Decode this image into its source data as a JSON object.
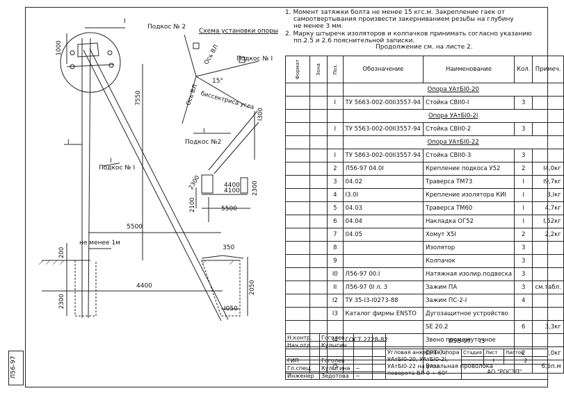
{
  "notes": {
    "n1_num": "1.",
    "n1_lines": [
      "Момент затяжки болта не менее 15 кгс.м. Закрепление гаек от",
      "самоотвертывания произвести закерниванием резьбы на глубину",
      "не менее 3 мм."
    ],
    "n2_num": "2.",
    "n2_lines": [
      "Марку штыречк изоляторов и колпачков принимать согласно указанию",
      "пп.2.5 и 2.6 пояснительной записки."
    ],
    "continuation": "Продолжение см. на листе 2."
  },
  "drawing": {
    "podkos2": "Подкос № 2",
    "scheme_title": "Схема установки опоры",
    "os_vl_1": "Ось ВЛ",
    "os_vl_2": "Ось ВЛ",
    "podkos1_top": "Подкос № I",
    "angle": "15°",
    "bisector": "биссектриса угла",
    "view_I_top": "I",
    "view_I_mid": "I",
    "podkos_n2": "Подкос №2",
    "podkos_n1": "Подкос № I",
    "view_I_left": "I",
    "roman_I_pole": "I",
    "dim_1000": "1000",
    "dim_7550": "7550",
    "dim_5500": "5500",
    "dim_nemenee": "не менее 1м",
    "dim_200": "200",
    "dim_4400": "4400",
    "dim_2300": "2300",
    "dim_350": "350",
    "dim_2050": "2050",
    "dim_1050": "I050",
    "dim_2100": "2100",
    "dim_1300": "I300",
    "d_2300a": "2300",
    "d_4400": "4400",
    "d_4100": "4100",
    "d_2300b": "2300",
    "d_5500b": "5500"
  },
  "table": {
    "headers": {
      "format": "Формат",
      "zone": "Зона",
      "pos": "Поз.",
      "designation": "Обозначение",
      "name": "Наименование",
      "qty": "Кол.",
      "note": "Примеч."
    },
    "rows": [
      {
        "type": "section",
        "name": "Опора УАтБI0-20"
      },
      {
        "pos": "I",
        "designation": "ТУ 5663-002-00II3557-94",
        "name": "Стойка СВII0-I",
        "qty": "3",
        "note": ""
      },
      {
        "type": "section",
        "name": "Опора УАтБI0-2I"
      },
      {
        "pos": "I",
        "designation": "ТУ 5563-002-00II3557-94",
        "name": "Стойка СВII0-2",
        "qty": "3",
        "note": ""
      },
      {
        "type": "section",
        "name": "Опора УАтБI0-22"
      },
      {
        "pos": "I",
        "designation": "ТУ 5863-002-00II3557-94",
        "name": "Стойка СВII0-3",
        "qty": "3",
        "note": ""
      },
      {
        "pos": "2",
        "designation": "Л56-97   04.0I",
        "name": "Крепление подкоса У52",
        "qty": "2",
        "note": "I4,0кг"
      },
      {
        "pos": "3",
        "designation": "04.02",
        "name": "Траверса ТМ73",
        "qty": "I",
        "note": "I9,7кг"
      },
      {
        "pos": "4",
        "designation": "I3.0I",
        "name": "Крепление изолятора КИI",
        "qty": "I",
        "note": "3,Iкг"
      },
      {
        "pos": "5",
        "designation": "04.03",
        "name": "Траверса ТМ60",
        "qty": "I",
        "note": "4,7кг"
      },
      {
        "pos": "6",
        "designation": "04.04",
        "name": "Накладка ОГ52",
        "qty": "I",
        "note": "I,52кг"
      },
      {
        "pos": "7",
        "designation": "04.05",
        "name": "Хомут  Х5I",
        "qty": "2",
        "note": "2,2кг"
      },
      {
        "pos": "8",
        "designation": "",
        "name": "Изолятор",
        "qty": "3",
        "note": ""
      },
      {
        "pos": "9",
        "designation": "",
        "name": "Колпачок",
        "qty": "3",
        "note": ""
      },
      {
        "pos": "I0",
        "designation": "Л56-97    00.I",
        "name": "Натяжная изолир.подвеска",
        "qty": "3",
        "note": ""
      },
      {
        "pos": "II",
        "designation": "Л56-97 0I л. 3",
        "name": "Зажим ПА",
        "qty": "3",
        "note": "см.табл."
      },
      {
        "pos": "I2",
        "designation": "ТУ 35-I3-I0273-88",
        "name": "Зажим ПС-2-I",
        "qty": "4",
        "note": ""
      },
      {
        "pos": "I3",
        "designation": "Каталог фирмы ENSTO",
        "name": "Дугозащитное устройство",
        "qty": "",
        "note": ""
      },
      {
        "pos": "",
        "designation": "",
        "name": "SE 20.2",
        "qty": "6",
        "note": "3,3кг"
      },
      {
        "pos": "I4",
        "designation": "ГОСТ 2728-82",
        "name": "Звено промежуточное",
        "qty": "",
        "note": ""
      },
      {
        "pos": "",
        "designation": "",
        "name": "ПРТ-7-I",
        "qty": "2",
        "note": "I,0кг"
      },
      {
        "pos": "I5",
        "designation": "",
        "name": "Вязальная проволока",
        "qty": "",
        "note": "6,6п.м"
      }
    ]
  },
  "stamp": {
    "roles": [
      {
        "role": "Н.контр.",
        "person": "Гоголев"
      },
      {
        "role": "Нач.отд.",
        "person": "Кулыгин"
      },
      {
        "role": "",
        "person": ""
      },
      {
        "role": "ГИП",
        "person": "Гоголев"
      },
      {
        "role": "Гл.спец.",
        "person": "Кулыгина"
      },
      {
        "role": "Инженер",
        "person": "Зедотова"
      }
    ],
    "doc_code": "Л56-97",
    "doc_num": "I3",
    "title_lines": [
      "Угловая анкерная опора",
      "УАтБI0-20, УАтБI0-2I,",
      "УАтБI0-22 на угол",
      "поворота ВЛ  0 ÷ 60°"
    ],
    "stage_label": "Стадия",
    "sheet_label": "Лист",
    "sheets_label": "Листов",
    "sheet_value": "I",
    "sheets_value": "2",
    "org": "АО \"РОСЭП\""
  },
  "side_tag": "Л56-97"
}
